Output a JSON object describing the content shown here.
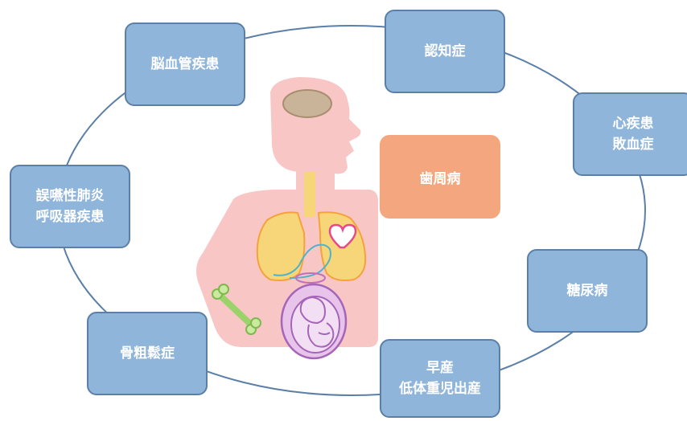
{
  "diagram": {
    "center": {
      "label": "歯周病"
    },
    "diseases": {
      "cerebrovascular": [
        "脳血管疾患"
      ],
      "dementia": [
        "認知症"
      ],
      "heart": [
        "心疾患",
        "敗血症"
      ],
      "respiratory": [
        "誤嚥性肺炎",
        "呼吸器疾患"
      ],
      "diabetes": [
        "糖尿病"
      ],
      "osteoporosis": [
        "骨粗鬆症"
      ],
      "birth": [
        "早産",
        "低体重児出産"
      ]
    },
    "colors": {
      "box_fill": "#8fb5da",
      "box_border": "#5b7fa6",
      "center_fill": "#f4a77e",
      "body": "#f9c6c6",
      "brain": "#c9b49a",
      "airway": "#f7d67a",
      "heart": "#e8498a",
      "bone": "#9bd36a",
      "fetus": "#a565b8"
    }
  }
}
